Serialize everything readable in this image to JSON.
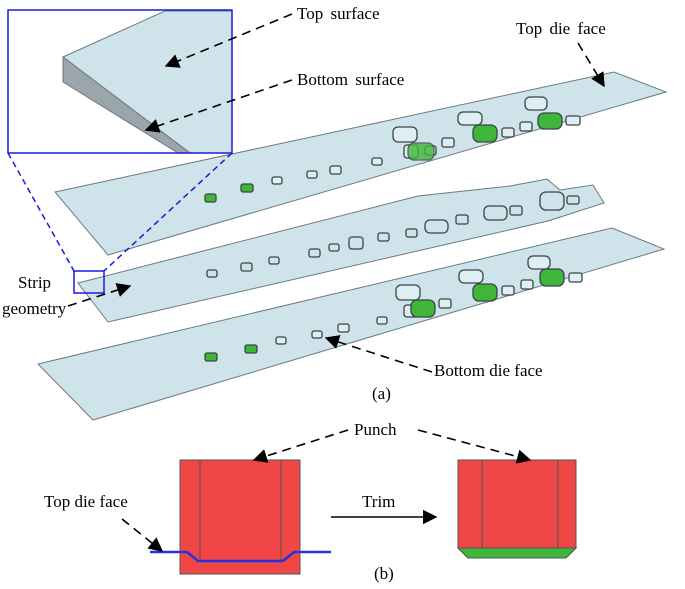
{
  "figure": {
    "panel_a": {
      "caption": "(a)",
      "labels": {
        "top_surface": "Top  surface",
        "bottom_surface": "Bottom  surface",
        "top_die_face": "Top  die face",
        "strip_line1": "Strip",
        "strip_line2": "geometry",
        "bottom_die_face": "Bottom die face"
      }
    },
    "panel_b": {
      "caption": "(b)",
      "labels": {
        "punch": "Punch",
        "top_die_face": "Top die face",
        "trim": "Trim"
      }
    },
    "colors": {
      "plate_fill": "#cfe3ea",
      "plate_edge": "#6b7a80",
      "punch_red": "#f04646",
      "highlight_green": "#3fb63a",
      "callout_blue": "#1a1ae0",
      "die_line_blue": "#2433d8"
    }
  }
}
